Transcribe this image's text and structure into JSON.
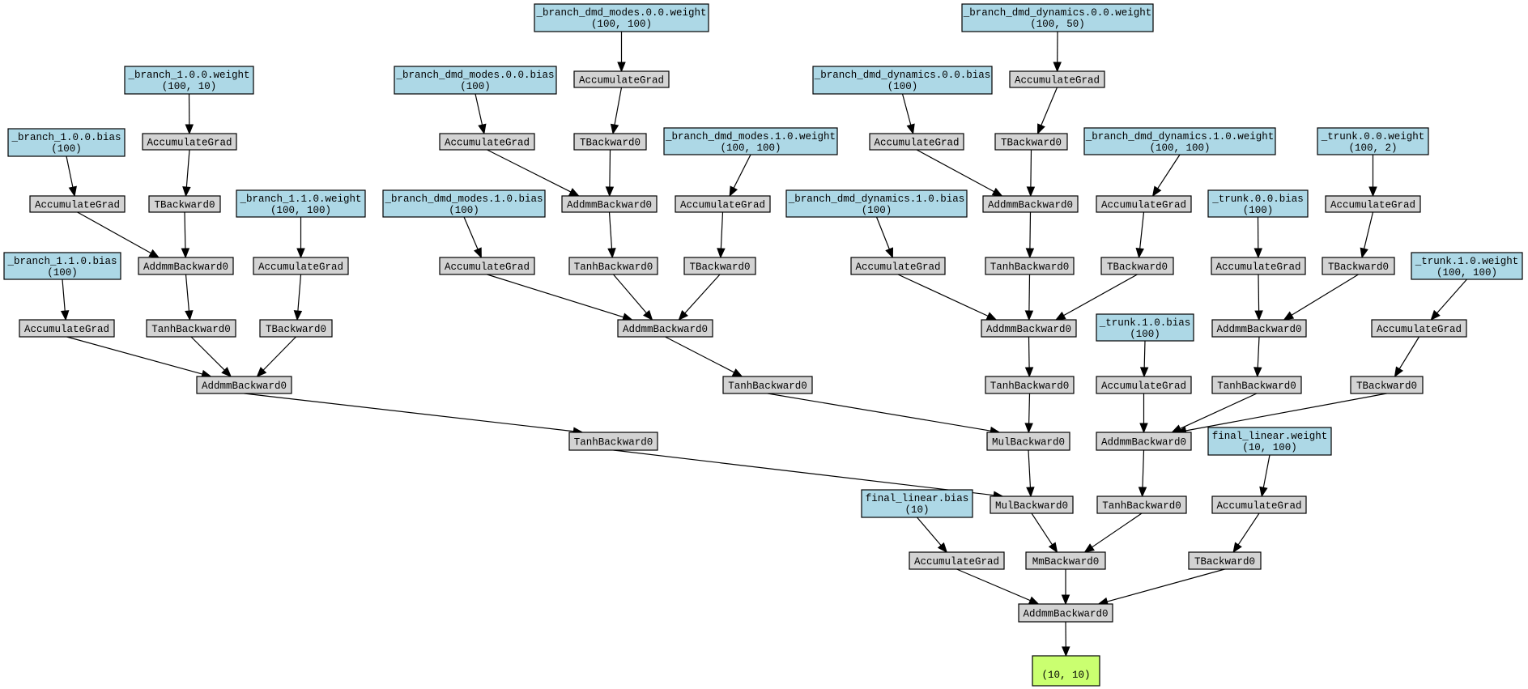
{
  "diagram": {
    "type": "pytorch-autograd-graph",
    "colors": {
      "parameter_fill": "#add8e6",
      "operation_fill": "#d3d3d3",
      "output_fill": "#caff70",
      "border": "#000000"
    },
    "nodes": [
      {
        "id": "b10w",
        "kind": "param",
        "label": "_branch_1.0.0.weight",
        "shape": "(100, 10)"
      },
      {
        "id": "b10b",
        "kind": "param",
        "label": "_branch_1.0.0.bias",
        "shape": "(100)"
      },
      {
        "id": "ag_b10w",
        "kind": "op",
        "label": "AccumulateGrad"
      },
      {
        "id": "ag_b10b",
        "kind": "op",
        "label": "AccumulateGrad"
      },
      {
        "id": "t_b10",
        "kind": "op",
        "label": "TBackward0"
      },
      {
        "id": "b11w",
        "kind": "param",
        "label": "_branch_1.1.0.weight",
        "shape": "(100, 100)"
      },
      {
        "id": "b11b",
        "kind": "param",
        "label": "_branch_1.1.0.bias",
        "shape": "(100)"
      },
      {
        "id": "addmm_b1a",
        "kind": "op",
        "label": "AddmmBackward0"
      },
      {
        "id": "ag_b11w",
        "kind": "op",
        "label": "AccumulateGrad"
      },
      {
        "id": "ag_b11b",
        "kind": "op",
        "label": "AccumulateGrad"
      },
      {
        "id": "tanh_b1a",
        "kind": "op",
        "label": "TanhBackward0"
      },
      {
        "id": "t_b11",
        "kind": "op",
        "label": "TBackward0"
      },
      {
        "id": "addmm_b1b",
        "kind": "op",
        "label": "AddmmBackward0"
      },
      {
        "id": "tanh_b1b",
        "kind": "op",
        "label": "TanhBackward0"
      },
      {
        "id": "dm00w",
        "kind": "param",
        "label": "_branch_dmd_modes.0.0.weight",
        "shape": "(100, 100)"
      },
      {
        "id": "dm00b",
        "kind": "param",
        "label": "_branch_dmd_modes.0.0.bias",
        "shape": "(100)"
      },
      {
        "id": "ag_dm00w",
        "kind": "op",
        "label": "AccumulateGrad"
      },
      {
        "id": "ag_dm00b",
        "kind": "op",
        "label": "AccumulateGrad"
      },
      {
        "id": "t_dm0",
        "kind": "op",
        "label": "TBackward0"
      },
      {
        "id": "dm10w",
        "kind": "param",
        "label": "_branch_dmd_modes.1.0.weight",
        "shape": "(100, 100)"
      },
      {
        "id": "dm10b",
        "kind": "param",
        "label": "_branch_dmd_modes.1.0.bias",
        "shape": "(100)"
      },
      {
        "id": "addmm_dm0",
        "kind": "op",
        "label": "AddmmBackward0"
      },
      {
        "id": "ag_dm10w",
        "kind": "op",
        "label": "AccumulateGrad"
      },
      {
        "id": "ag_dm10b",
        "kind": "op",
        "label": "AccumulateGrad"
      },
      {
        "id": "tanh_dm0",
        "kind": "op",
        "label": "TanhBackward0"
      },
      {
        "id": "t_dm1",
        "kind": "op",
        "label": "TBackward0"
      },
      {
        "id": "addmm_dm1",
        "kind": "op",
        "label": "AddmmBackward0"
      },
      {
        "id": "tanh_dm1",
        "kind": "op",
        "label": "TanhBackward0"
      },
      {
        "id": "dd00w",
        "kind": "param",
        "label": "_branch_dmd_dynamics.0.0.weight",
        "shape": "(100, 50)"
      },
      {
        "id": "dd00b",
        "kind": "param",
        "label": "_branch_dmd_dynamics.0.0.bias",
        "shape": "(100)"
      },
      {
        "id": "ag_dd00w",
        "kind": "op",
        "label": "AccumulateGrad"
      },
      {
        "id": "ag_dd00b",
        "kind": "op",
        "label": "AccumulateGrad"
      },
      {
        "id": "t_dd0",
        "kind": "op",
        "label": "TBackward0"
      },
      {
        "id": "dd10w",
        "kind": "param",
        "label": "_branch_dmd_dynamics.1.0.weight",
        "shape": "(100, 100)"
      },
      {
        "id": "dd10b",
        "kind": "param",
        "label": "_branch_dmd_dynamics.1.0.bias",
        "shape": "(100)"
      },
      {
        "id": "addmm_dd0",
        "kind": "op",
        "label": "AddmmBackward0"
      },
      {
        "id": "ag_dd10w",
        "kind": "op",
        "label": "AccumulateGrad"
      },
      {
        "id": "ag_dd10b",
        "kind": "op",
        "label": "AccumulateGrad"
      },
      {
        "id": "tanh_dd0",
        "kind": "op",
        "label": "TanhBackward0"
      },
      {
        "id": "t_dd1",
        "kind": "op",
        "label": "TBackward0"
      },
      {
        "id": "addmm_dd1",
        "kind": "op",
        "label": "AddmmBackward0"
      },
      {
        "id": "tanh_dd1",
        "kind": "op",
        "label": "TanhBackward0"
      },
      {
        "id": "tr00w",
        "kind": "param",
        "label": "_trunk.0.0.weight",
        "shape": "(100, 2)"
      },
      {
        "id": "tr00b",
        "kind": "param",
        "label": "_trunk.0.0.bias",
        "shape": "(100)"
      },
      {
        "id": "ag_tr00w",
        "kind": "op",
        "label": "AccumulateGrad"
      },
      {
        "id": "ag_tr00b",
        "kind": "op",
        "label": "AccumulateGrad"
      },
      {
        "id": "t_tr0",
        "kind": "op",
        "label": "TBackward0"
      },
      {
        "id": "tr10w",
        "kind": "param",
        "label": "_trunk.1.0.weight",
        "shape": "(100, 100)"
      },
      {
        "id": "tr10b",
        "kind": "param",
        "label": "_trunk.1.0.bias",
        "shape": "(100)"
      },
      {
        "id": "addmm_tr0",
        "kind": "op",
        "label": "AddmmBackward0"
      },
      {
        "id": "ag_tr10w",
        "kind": "op",
        "label": "AccumulateGrad"
      },
      {
        "id": "ag_tr10b",
        "kind": "op",
        "label": "AccumulateGrad"
      },
      {
        "id": "tanh_tr0",
        "kind": "op",
        "label": "TanhBackward0"
      },
      {
        "id": "t_tr1",
        "kind": "op",
        "label": "TBackward0"
      },
      {
        "id": "addmm_tr1",
        "kind": "op",
        "label": "AddmmBackward0"
      },
      {
        "id": "tanh_tr1",
        "kind": "op",
        "label": "TanhBackward0"
      },
      {
        "id": "mul1",
        "kind": "op",
        "label": "MulBackward0"
      },
      {
        "id": "mul2",
        "kind": "op",
        "label": "MulBackward0"
      },
      {
        "id": "flw",
        "kind": "param",
        "label": "final_linear.weight",
        "shape": "(10, 100)"
      },
      {
        "id": "flb",
        "kind": "param",
        "label": "final_linear.bias",
        "shape": "(10)"
      },
      {
        "id": "ag_flw",
        "kind": "op",
        "label": "AccumulateGrad"
      },
      {
        "id": "ag_flb",
        "kind": "op",
        "label": "AccumulateGrad"
      },
      {
        "id": "t_fl",
        "kind": "op",
        "label": "TBackward0"
      },
      {
        "id": "mm",
        "kind": "op",
        "label": "MmBackward0"
      },
      {
        "id": "addmm_final",
        "kind": "op",
        "label": "AddmmBackward0"
      },
      {
        "id": "output",
        "kind": "output",
        "label": "",
        "shape": "(10, 10)"
      }
    ],
    "edges": [
      [
        "b10w",
        "ag_b10w"
      ],
      [
        "b10b",
        "ag_b10b"
      ],
      [
        "ag_b10w",
        "t_b10"
      ],
      [
        "ag_b10b",
        "addmm_b1a"
      ],
      [
        "t_b10",
        "addmm_b1a"
      ],
      [
        "b11w",
        "ag_b11w"
      ],
      [
        "b11b",
        "ag_b11b"
      ],
      [
        "addmm_b1a",
        "tanh_b1a"
      ],
      [
        "ag_b11w",
        "t_b11"
      ],
      [
        "ag_b11b",
        "addmm_b1b"
      ],
      [
        "tanh_b1a",
        "addmm_b1b"
      ],
      [
        "t_b11",
        "addmm_b1b"
      ],
      [
        "addmm_b1b",
        "tanh_b1b"
      ],
      [
        "dm00w",
        "ag_dm00w"
      ],
      [
        "dm00b",
        "ag_dm00b"
      ],
      [
        "ag_dm00w",
        "t_dm0"
      ],
      [
        "ag_dm00b",
        "addmm_dm0"
      ],
      [
        "t_dm0",
        "addmm_dm0"
      ],
      [
        "dm10w",
        "ag_dm10w"
      ],
      [
        "dm10b",
        "ag_dm10b"
      ],
      [
        "addmm_dm0",
        "tanh_dm0"
      ],
      [
        "ag_dm10w",
        "t_dm1"
      ],
      [
        "ag_dm10b",
        "addmm_dm1"
      ],
      [
        "tanh_dm0",
        "addmm_dm1"
      ],
      [
        "t_dm1",
        "addmm_dm1"
      ],
      [
        "addmm_dm1",
        "tanh_dm1"
      ],
      [
        "dd00w",
        "ag_dd00w"
      ],
      [
        "dd00b",
        "ag_dd00b"
      ],
      [
        "ag_dd00w",
        "t_dd0"
      ],
      [
        "ag_dd00b",
        "addmm_dd0"
      ],
      [
        "t_dd0",
        "addmm_dd0"
      ],
      [
        "dd10w",
        "ag_dd10w"
      ],
      [
        "dd10b",
        "ag_dd10b"
      ],
      [
        "addmm_dd0",
        "tanh_dd0"
      ],
      [
        "ag_dd10w",
        "t_dd1"
      ],
      [
        "ag_dd10b",
        "addmm_dd1"
      ],
      [
        "tanh_dd0",
        "addmm_dd1"
      ],
      [
        "t_dd1",
        "addmm_dd1"
      ],
      [
        "addmm_dd1",
        "tanh_dd1"
      ],
      [
        "tr00w",
        "ag_tr00w"
      ],
      [
        "tr00b",
        "ag_tr00b"
      ],
      [
        "ag_tr00w",
        "t_tr0"
      ],
      [
        "ag_tr00b",
        "addmm_tr0"
      ],
      [
        "t_tr0",
        "addmm_tr0"
      ],
      [
        "tr10w",
        "ag_tr10w"
      ],
      [
        "tr10b",
        "ag_tr10b"
      ],
      [
        "addmm_tr0",
        "tanh_tr0"
      ],
      [
        "ag_tr10w",
        "t_tr1"
      ],
      [
        "ag_tr10b",
        "addmm_tr1"
      ],
      [
        "tanh_tr0",
        "addmm_tr1"
      ],
      [
        "t_tr1",
        "addmm_tr1"
      ],
      [
        "addmm_tr1",
        "tanh_tr1"
      ],
      [
        "tanh_dm1",
        "mul1"
      ],
      [
        "tanh_dd1",
        "mul1"
      ],
      [
        "tanh_b1b",
        "mul2"
      ],
      [
        "mul1",
        "mul2"
      ],
      [
        "mul2",
        "mm"
      ],
      [
        "tanh_tr1",
        "mm"
      ],
      [
        "flw",
        "ag_flw"
      ],
      [
        "ag_flw",
        "t_fl"
      ],
      [
        "flb",
        "ag_flb"
      ],
      [
        "ag_flb",
        "addmm_final"
      ],
      [
        "mm",
        "addmm_final"
      ],
      [
        "t_fl",
        "addmm_final"
      ],
      [
        "addmm_final",
        "output"
      ]
    ]
  }
}
